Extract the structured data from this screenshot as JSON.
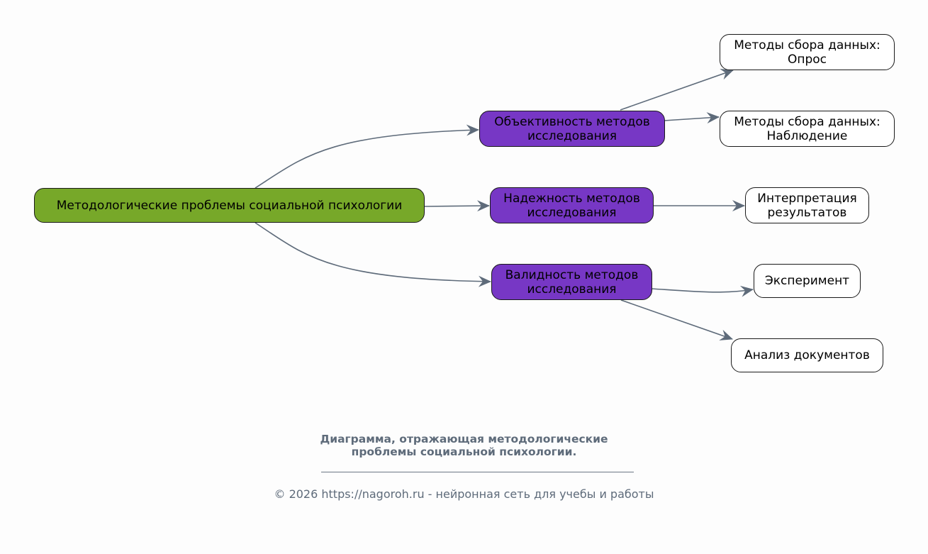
{
  "diagram": {
    "root": {
      "id": "root",
      "label": "Методологические проблемы социальной психологии"
    },
    "categories": [
      {
        "id": "objectivity",
        "label": "Объективность методов\nисследования"
      },
      {
        "id": "reliability",
        "label": "Надежность методов\nисследования"
      },
      {
        "id": "validity",
        "label": "Валидность методов\nисследования"
      }
    ],
    "leaves": [
      {
        "id": "survey",
        "label": "Методы сбора данных:\nОпрос"
      },
      {
        "id": "observation",
        "label": "Методы сбора данных:\nНаблюдение"
      },
      {
        "id": "interpretation",
        "label": "Интерпретация\nрезультатов"
      },
      {
        "id": "experiment",
        "label": "Эксперимент"
      },
      {
        "id": "documents",
        "label": "Анализ документов"
      }
    ],
    "edges": [
      {
        "from": "root",
        "to": "objectivity"
      },
      {
        "from": "root",
        "to": "reliability"
      },
      {
        "from": "root",
        "to": "validity"
      },
      {
        "from": "objectivity",
        "to": "survey"
      },
      {
        "from": "objectivity",
        "to": "observation"
      },
      {
        "from": "reliability",
        "to": "interpretation"
      },
      {
        "from": "validity",
        "to": "experiment"
      },
      {
        "from": "validity",
        "to": "documents"
      }
    ],
    "colors": {
      "root_fill": "#77a829",
      "category_fill": "#7737c5",
      "leaf_fill": "#ffffff",
      "edge": "#5e6b7a",
      "caption": "#5e6b7a"
    }
  },
  "caption": {
    "title": "Диаграмма, отражающая методологические\nпроблемы социальной психологии.",
    "footer": "© 2026 https://nagoroh.ru - нейронная сеть для учебы и работы"
  }
}
